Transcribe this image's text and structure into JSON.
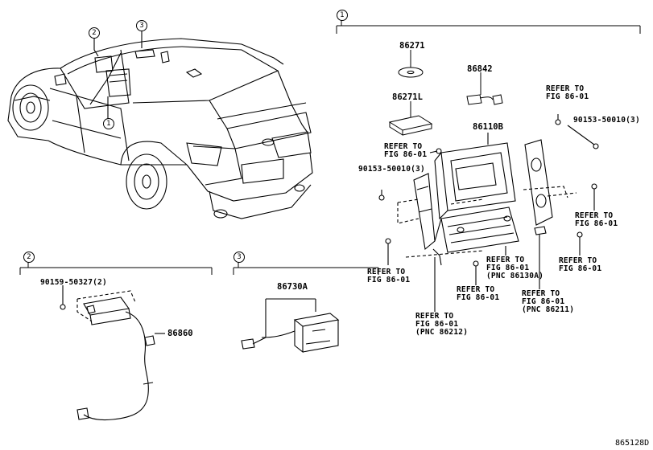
{
  "callouts": {
    "c1": "1",
    "c2": "2",
    "c3": "3"
  },
  "parts": {
    "p86271": "86271",
    "p86842": "86842",
    "p86271L": "86271L",
    "p86110B": "86110B",
    "p86860": "86860",
    "p86730A": "86730A",
    "bolt_a": "90153-50010(3)",
    "bolt_b": "90153-50010(3)",
    "bolt_c": "90159-50327(2)"
  },
  "refs": {
    "r1": "REFER TO\nFIG 86-01",
    "r2": "REFER TO\nFIG 86-01",
    "r3": "REFER TO\nFIG 86-01",
    "r4": "REFER TO\nFIG 86-01",
    "r5": "REFER TO\nFIG 86-01",
    "r6": "REFER TO\nFIG 86-01",
    "r7": "REFER TO\nFIG 86-01\n(PNC 86130A)",
    "r8": "REFER TO\nFIG 86-01\n(PNC 86211)",
    "r9": "REFER TO\nFIG 86-01\n(PNC 86212)"
  },
  "figure_id": "865128D"
}
